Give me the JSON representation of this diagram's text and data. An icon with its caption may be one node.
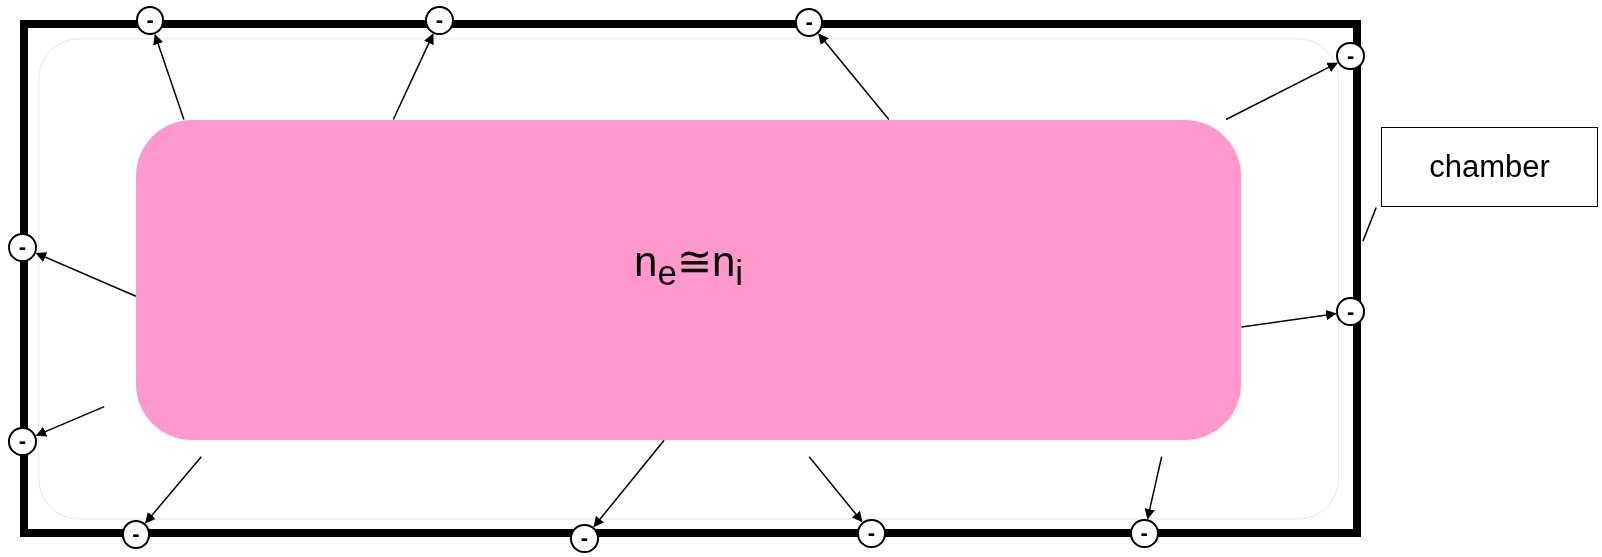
{
  "diagram": {
    "nodes": [
      {
        "text": [],
        "shape": "box"
      },
      {
        "text": [
          "n$_{e}$≅n$_{i}$"
        ],
        "in": 0
      },
      {
        "text": [
          "chamber"
        ]
      },
      {
        "text": [
          "-"
        ]
      },
      {
        "text": [
          "-"
        ]
      },
      {
        "text": [
          "-"
        ]
      },
      {
        "text": [
          "-"
        ]
      },
      {
        "text": [
          "-"
        ]
      },
      {
        "text": [
          "-"
        ]
      },
      {
        "text": [
          "-"
        ]
      },
      {
        "text": [
          "-"
        ]
      },
      {
        "text": [
          "-"
        ]
      },
      {
        "text": [
          "-"
        ]
      },
      {
        "text": [
          "-"
        ]
      }
    ],
    "edges": [
      {
        "from": 1,
        "to": 3,
        "arrow": "to"
      },
      {
        "from": 1,
        "to": 4,
        "arrow": "to"
      },
      {
        "from": 1,
        "to": 5,
        "arrow": "to"
      },
      {
        "from": 1,
        "to": 6,
        "arrow": "to"
      },
      {
        "from": 1,
        "to": 7,
        "arrow": "to"
      },
      {
        "from": 1,
        "to": 8,
        "arrow": "to"
      },
      {
        "from": null,
        "to": 9,
        "arrow": "to"
      },
      {
        "from": 1,
        "to": 10,
        "arrow": "to"
      },
      {
        "from": 1,
        "to": 11,
        "arrow": "to"
      },
      {
        "from": 1,
        "to": 12,
        "arrow": "to"
      },
      {
        "from": 1,
        "to": 13,
        "arrow": "to"
      },
      {
        "from": 2,
        "to": 0,
        "arrow": "none"
      }
    ]
  }
}
